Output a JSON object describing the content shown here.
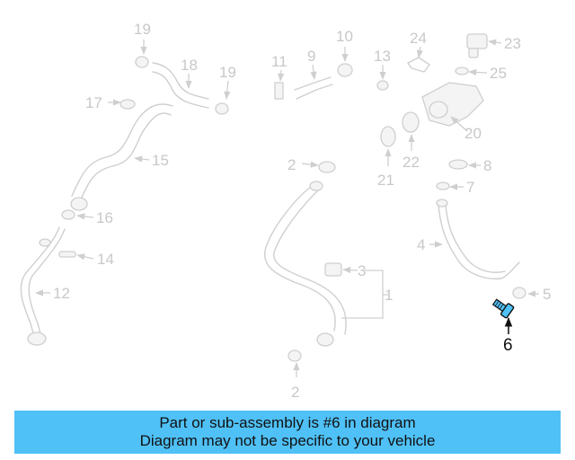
{
  "callouts": {
    "c1": "1",
    "c2a": "2",
    "c2b": "2",
    "c3": "3",
    "c4": "4",
    "c5": "5",
    "c6": "6",
    "c7": "7",
    "c8": "8",
    "c9": "9",
    "c10": "10",
    "c11": "11",
    "c12": "12",
    "c13": "13",
    "c14": "14",
    "c15": "15",
    "c16": "16",
    "c17": "17",
    "c18": "18",
    "c19a": "19",
    "c19b": "19",
    "c20": "20",
    "c21": "21",
    "c22": "22",
    "c23": "23",
    "c24": "24",
    "c25": "25"
  },
  "highlight": {
    "part_number": "6",
    "color": "#4fc1f7"
  },
  "banner": {
    "line1": "Part or sub-assembly is #6 in diagram",
    "line2": "Diagram may not be specific to your vehicle"
  }
}
